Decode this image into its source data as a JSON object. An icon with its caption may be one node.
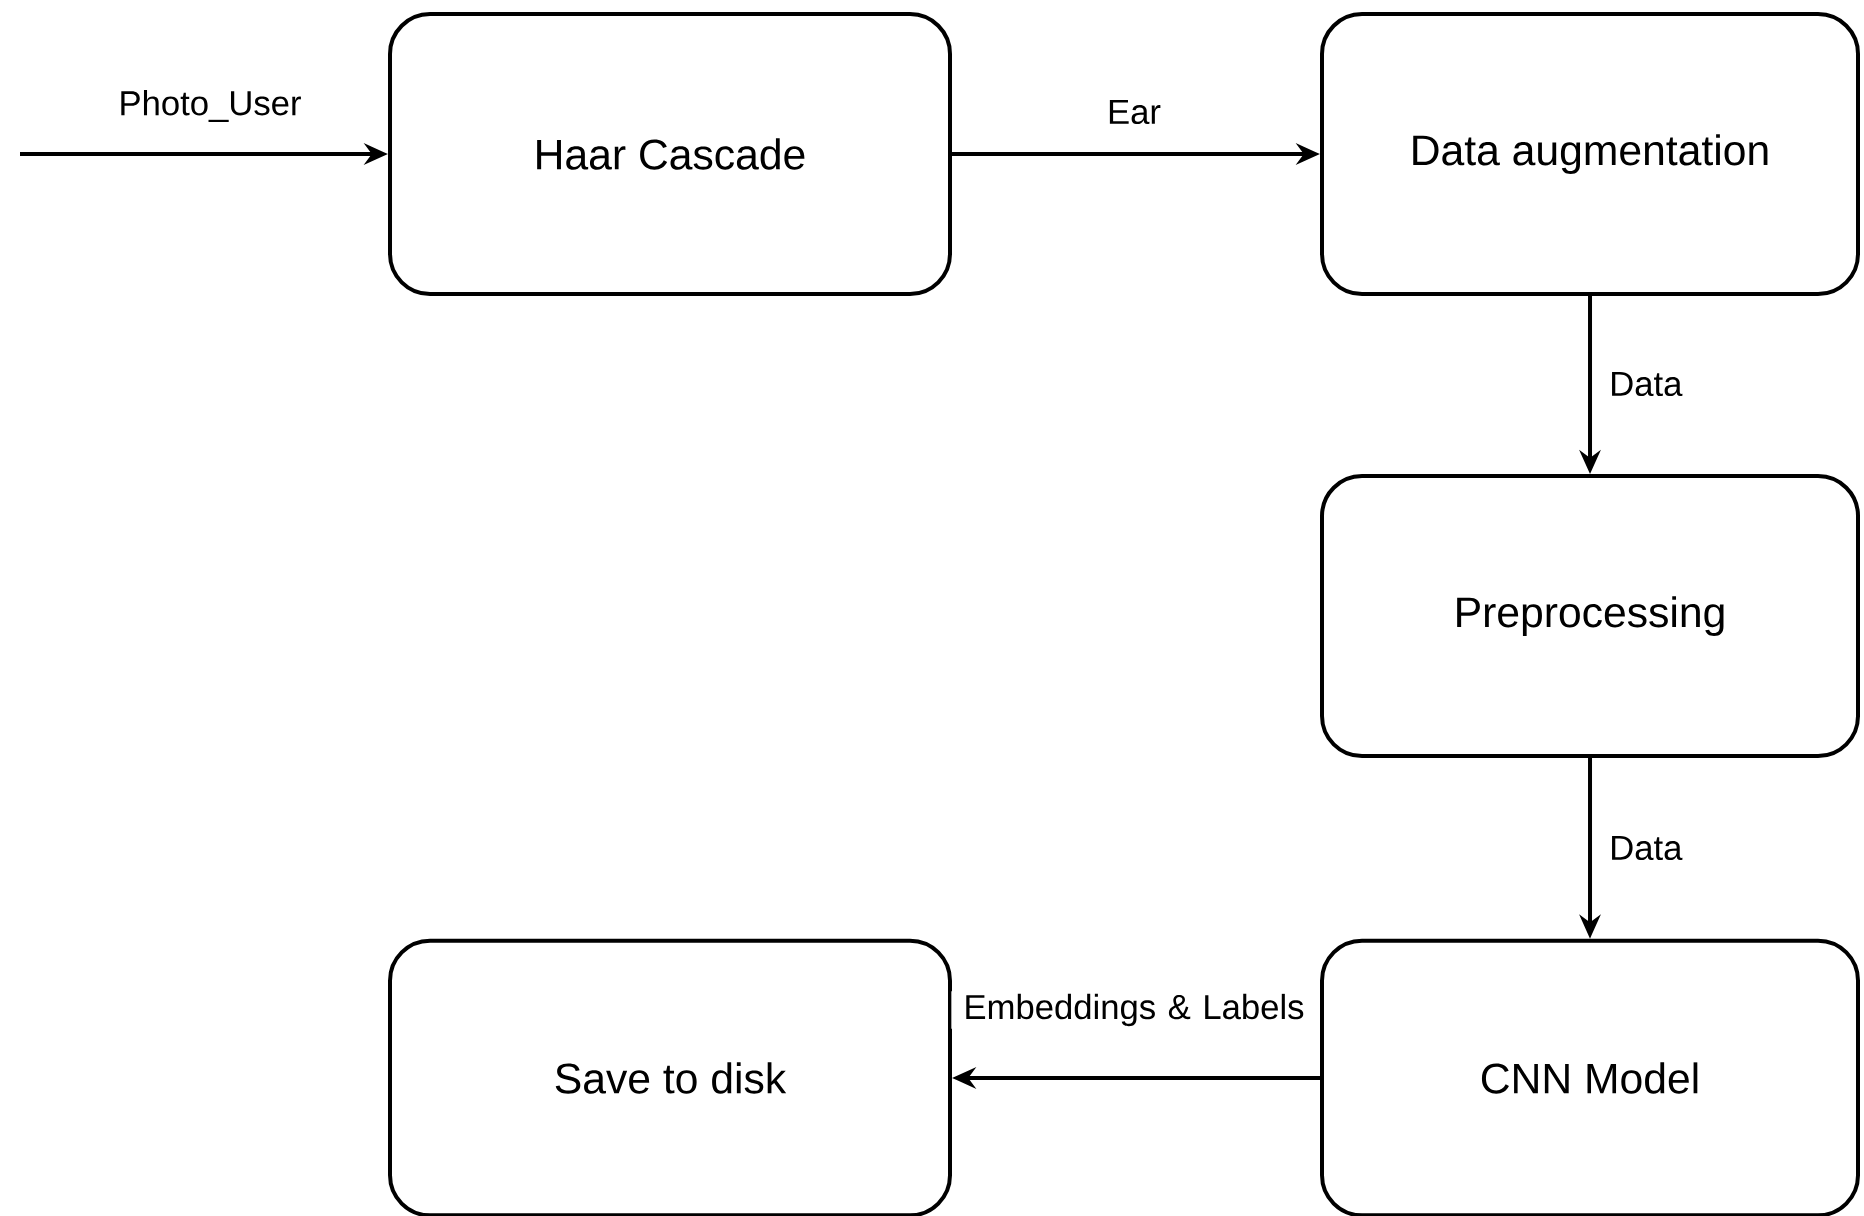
{
  "diagram": {
    "nodes": [
      {
        "text": [
          "Haar Cascade"
        ]
      },
      {
        "text": [
          "Data augmentation"
        ]
      },
      {
        "text": [
          "Preprocessing"
        ]
      },
      {
        "text": [
          "CNN Model"
        ]
      },
      {
        "text": [
          "Save to disk"
        ]
      }
    ],
    "edges": [
      {
        "from": null,
        "to": 0,
        "arrow": "to",
        "label": "Photo_User"
      },
      {
        "from": 0,
        "to": 1,
        "arrow": "to",
        "label": "Ear"
      },
      {
        "from": 1,
        "to": 2,
        "arrow": "to",
        "label": "Data"
      },
      {
        "from": 2,
        "to": 3,
        "arrow": "to",
        "label": "Data"
      },
      {
        "from": 3,
        "to": 4,
        "arrow": "to",
        "label": "Embeddings & Labels"
      }
    ]
  }
}
